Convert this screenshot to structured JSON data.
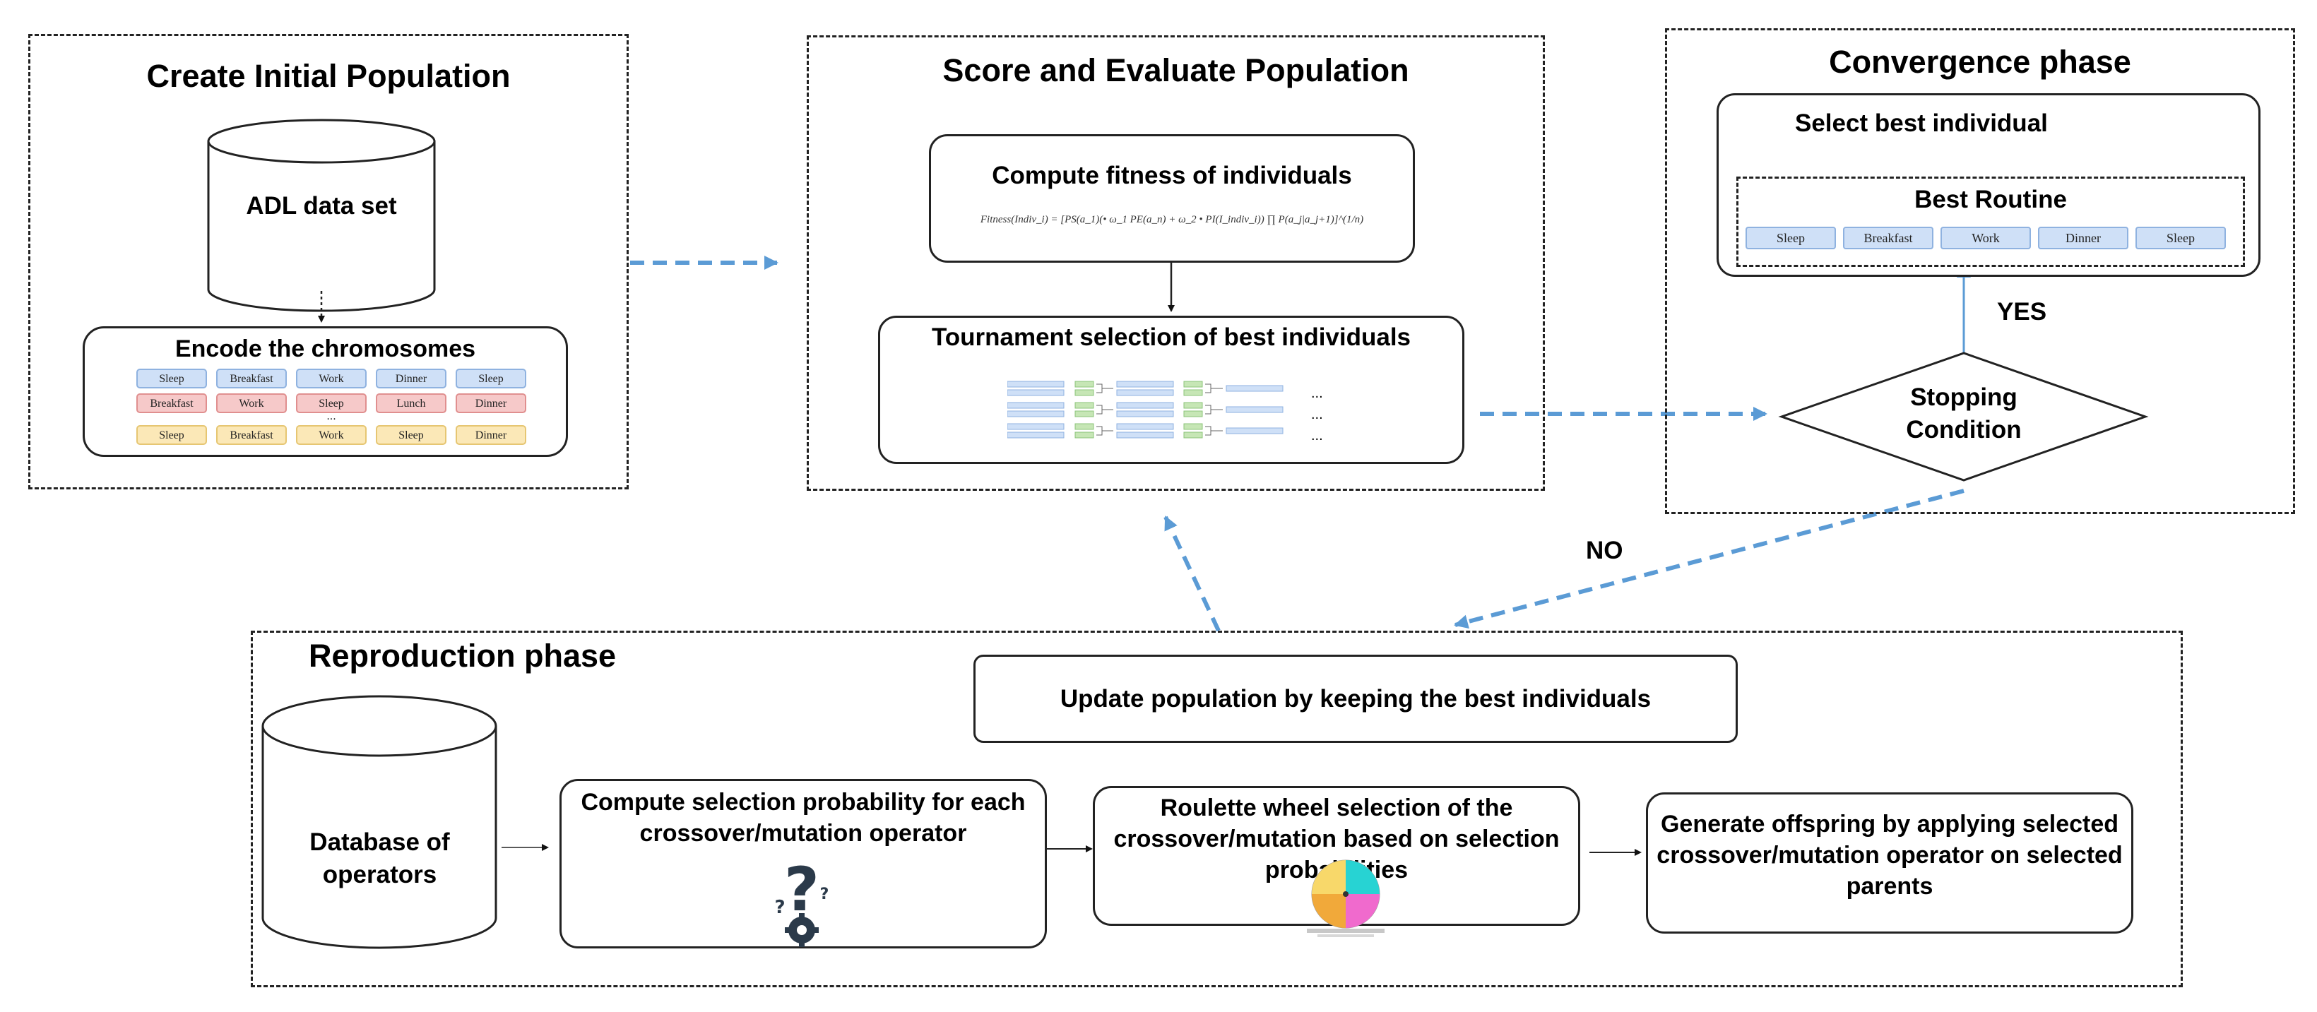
{
  "initial": {
    "title": "Create Initial Population",
    "dataset_label": "ADL data set",
    "encode_title": "Encode the chromosomes",
    "rows": [
      {
        "color": "#cfe0f7",
        "cells": [
          "Sleep",
          "Breakfast",
          "Work",
          "Dinner",
          "Sleep"
        ]
      },
      {
        "color": "#f6c9c9",
        "cells": [
          "Breakfast",
          "Work",
          "Sleep",
          "Lunch",
          "Dinner"
        ]
      },
      {
        "color": "#fbe8b7",
        "cells": [
          "Sleep",
          "Breakfast",
          "Work",
          "Sleep",
          "Dinner"
        ]
      }
    ],
    "ellipsis": "..."
  },
  "score": {
    "title": "Score and Evaluate Population",
    "fitness_title": "Compute fitness of individuals",
    "formula": "Fitness(Indiv_i) = [PS(a_1)(• ω_1 PE(a_n) + ω_2 • PI(I_indiv_i)) ∏ P(a_j|a_j+1)]^(1/n)",
    "tournament_title": "Tournament selection of best individuals",
    "tournament_ellipsis": "..."
  },
  "convergence": {
    "title": "Convergence phase",
    "select_label": "Select best individual",
    "best_routine_label": "Best Routine",
    "best_routine": [
      "Sleep",
      "Breakfast",
      "Work",
      "Dinner",
      "Sleep"
    ],
    "yes_label": "YES",
    "stopping_label": "Stopping Condition"
  },
  "no_label": "NO",
  "reproduction": {
    "title": "Reproduction phase",
    "update_label": "Update population by keeping the best individuals",
    "database_label": "Database of operators",
    "compute_label": "Compute selection probability for each crossover/mutation operator",
    "roulette_label": "Roulette wheel selection of the crossover/mutation based on selection probabilities",
    "offspring_label": "Generate offspring by applying selected crossover/mutation operator on selected parents"
  },
  "colors": {
    "arrow_blue": "#5b9bd5",
    "cell_blue": "#cfe0f7",
    "cell_red": "#f6c9c9",
    "cell_yellow": "#fbe8b7",
    "cell_green": "#c6e6b5",
    "operator_icon": "#2b3a4a"
  },
  "icons": [
    "question-gear-icon",
    "roulette-wheel-icon",
    "database-cylinder-icon"
  ]
}
